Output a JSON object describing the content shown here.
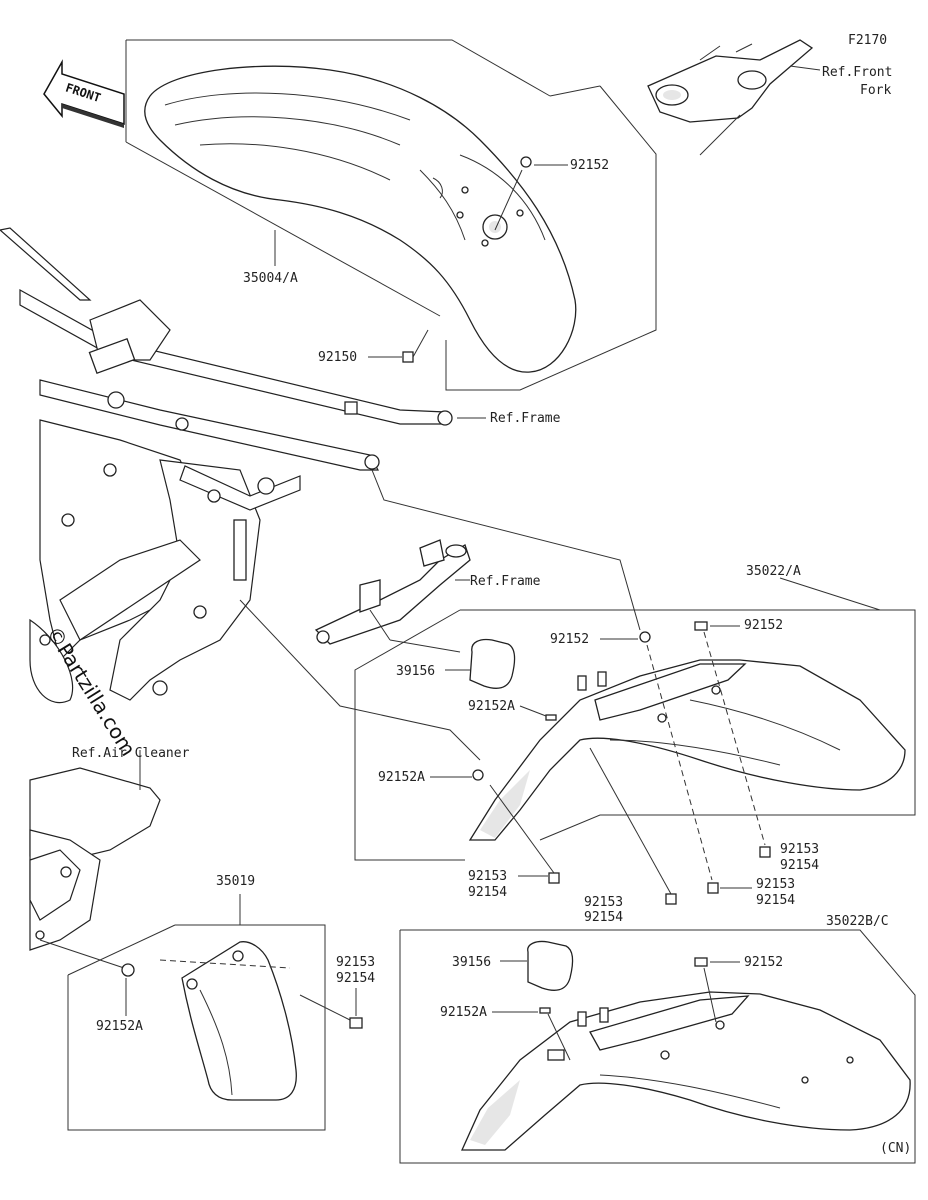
{
  "diagram": {
    "code": "F2170",
    "front_arrow": "FRONT",
    "watermark": "©Partzilla.com",
    "region_code": "(CN)"
  },
  "references": {
    "front_fork": [
      "Ref.Front",
      "Fork"
    ],
    "frame_1": "Ref.Frame",
    "frame_2": "Ref.Frame",
    "air_cleaner": "Ref.Air Cleaner"
  },
  "callouts": {
    "fender_front": "35004/A",
    "bolt_top": "92152",
    "bolt_fender": "92150",
    "fender_rear": "35022/A",
    "rear_92152_a": "92152",
    "rear_92152_b": "92152",
    "rear_39156": "39156",
    "rear_92152A_a": "92152A",
    "rear_92152A_b": "92152A",
    "rear_bolt_a1": "92153",
    "rear_bolt_a2": "92154",
    "rear_bolt_b1": "92153",
    "rear_bolt_b2": "92154",
    "rear_bolt_c1": "92153",
    "rear_bolt_c2": "92154",
    "rear_bolt_d1": "92153",
    "rear_bolt_d2": "92154",
    "mudguard": "35019",
    "mud_bolt_1": "92153",
    "mud_bolt_2": "92154",
    "mud_92152A": "92152A",
    "fender_cn": "35022B/C",
    "cn_39156": "39156",
    "cn_92152": "92152",
    "cn_92152A": "92152A"
  }
}
